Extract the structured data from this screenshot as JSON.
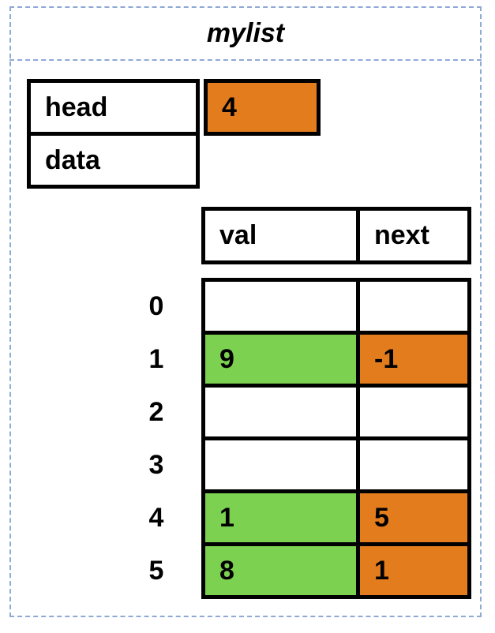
{
  "title": "mylist",
  "fields": {
    "head_label": "head",
    "data_label": "data",
    "head_value": "4"
  },
  "table": {
    "col_val": "val",
    "col_next": "next",
    "rows": [
      {
        "index": "0",
        "val": "",
        "next": ""
      },
      {
        "index": "1",
        "val": "9",
        "next": "-1"
      },
      {
        "index": "2",
        "val": "",
        "next": ""
      },
      {
        "index": "3",
        "val": "",
        "next": ""
      },
      {
        "index": "4",
        "val": "1",
        "next": "5"
      },
      {
        "index": "5",
        "val": "8",
        "next": "1"
      }
    ]
  },
  "colors": {
    "val_filled": "#7dd150",
    "next_filled": "#e37c1d",
    "empty": "#ffffff",
    "frame_border": "#8fa8d6"
  }
}
